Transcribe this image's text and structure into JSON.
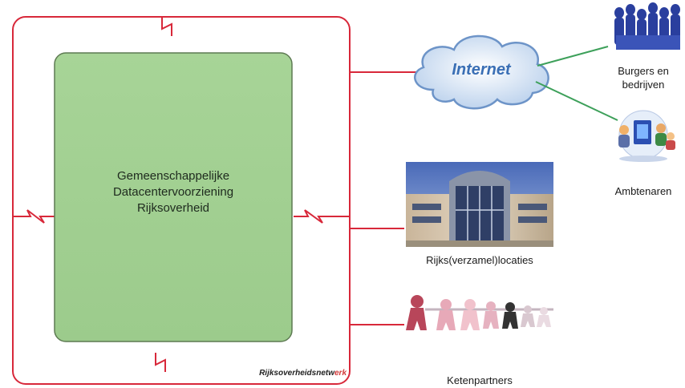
{
  "datacenter": {
    "lines": [
      "Gemeenschappelijke",
      "Datacentervoorziening",
      "Rijksoverheid"
    ]
  },
  "network": {
    "label_main": "Rijksoverheidsnetw",
    "label_accent": "erk"
  },
  "internet": {
    "label": "Internet"
  },
  "endpoints": {
    "burgers": "Burgers en bedrijven",
    "ambtenaren": "Ambtenaren",
    "locaties": "Rijks(verzamel)locaties",
    "ketenpartners": "Ketenpartners"
  },
  "colors": {
    "network_line": "#d8283a",
    "datacenter_fill": "#a9d59a",
    "datacenter_border": "#5d7a52",
    "connector_green": "#3da05a",
    "cloud_fill": "#dbe8f7",
    "cloud_stroke": "#7ea3cf"
  }
}
